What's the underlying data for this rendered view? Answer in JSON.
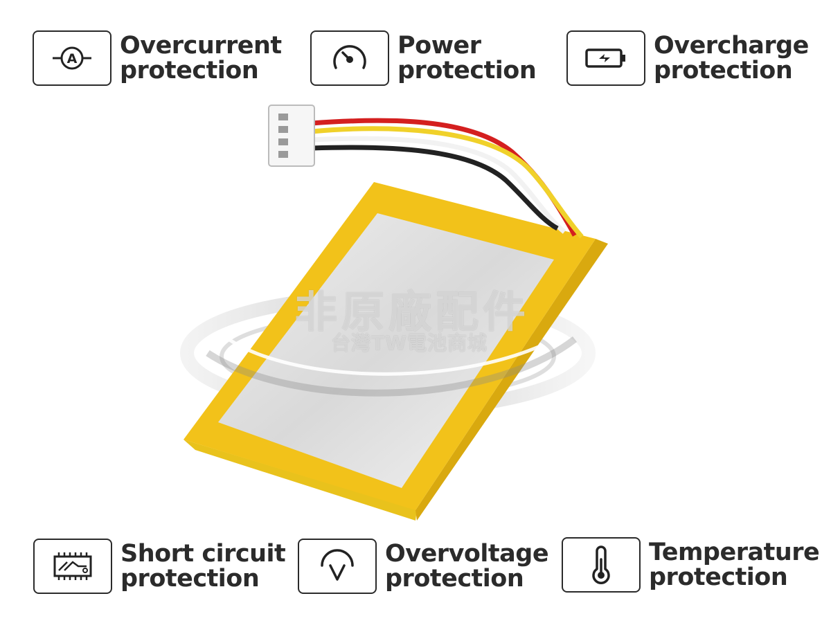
{
  "features": [
    {
      "icon": "ammeter-icon",
      "line1": "Overcurrent",
      "line2": "protection"
    },
    {
      "icon": "power-gauge-icon",
      "line1": "Power",
      "line2": "protection"
    },
    {
      "icon": "battery-charge-icon",
      "line1": "Overcharge",
      "line2": "protection"
    },
    {
      "icon": "circuit-chip-icon",
      "line1": "Short circuit",
      "line2": "protection"
    },
    {
      "icon": "voltage-gauge-icon",
      "line1": "Overvoltage",
      "line2": "protection"
    },
    {
      "icon": "thermometer-icon",
      "line1": "Temperature",
      "line2": "protection"
    }
  ],
  "watermark": {
    "line1": "非原廠配件",
    "line2": "台灣TW電池商城"
  },
  "colors": {
    "text": "#2b2b2b",
    "tape_yellow": "#f2c21a",
    "cell_silver": "#dedede",
    "wire_red": "#d41f1f",
    "wire_yellow": "#f0d12a",
    "wire_black": "#222222"
  }
}
